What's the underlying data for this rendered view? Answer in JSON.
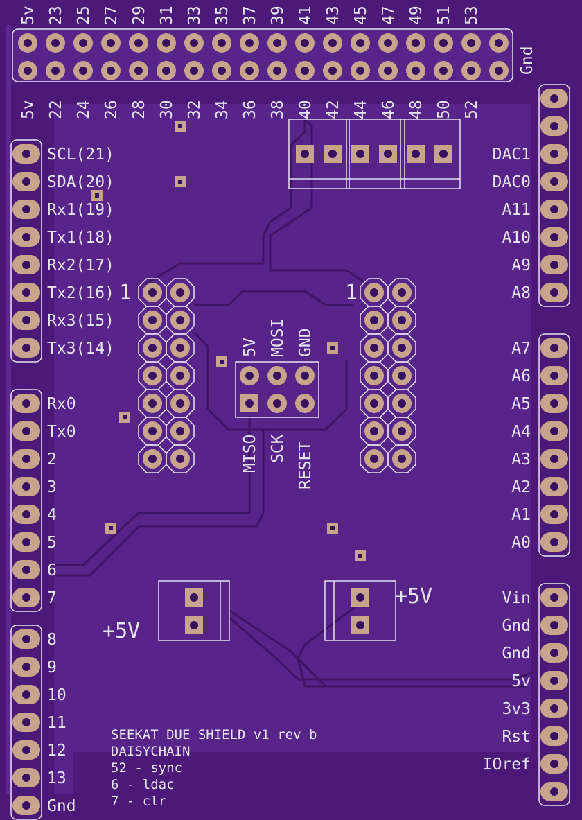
{
  "board": {
    "colors": {
      "board": "#4b1a78",
      "ground_fill": "#57248a",
      "pad": "#c9a48c",
      "silkscreen": "#e8e2f0"
    }
  },
  "top_header": {
    "top_labels": [
      "5v",
      "23",
      "25",
      "27",
      "29",
      "31",
      "33",
      "35",
      "37",
      "39",
      "41",
      "43",
      "45",
      "47",
      "49",
      "51",
      "53"
    ],
    "bottom_labels": [
      "5v",
      "22",
      "24",
      "26",
      "28",
      "30",
      "32",
      "34",
      "36",
      "38",
      "40",
      "42",
      "44",
      "46",
      "48",
      "50",
      "52"
    ],
    "gnd_label": "Gnd"
  },
  "left_header": {
    "group1": [
      "SCL(21)",
      "SDA(20)",
      "Rx1(19)",
      "Tx1(18)",
      "Rx2(17)",
      "Tx2(16)",
      "Rx3(15)",
      "Tx3(14)"
    ],
    "group2": [
      "Rx0",
      "Tx0",
      "2",
      "3",
      "4",
      "5",
      "6",
      "7"
    ],
    "group3": [
      "8",
      "9",
      "10",
      "11",
      "12",
      "13",
      "Gnd"
    ]
  },
  "right_header": {
    "group1": [
      "DAC1",
      "DAC0",
      "A11",
      "A10",
      "A9",
      "A8"
    ],
    "group2": [
      "A7",
      "A6",
      "A5",
      "A4",
      "A3",
      "A2",
      "A1",
      "A0"
    ],
    "group3": [
      "Vin",
      "Gnd",
      "Gnd",
      "5v",
      "3v3",
      "Rst",
      "IOref"
    ]
  },
  "connectors": {
    "left_pin1": "1",
    "right_pin1": "1",
    "icsp_top": [
      "5V",
      "MOSI",
      "GND"
    ],
    "icsp_bottom": [
      "MISO",
      "SCK",
      "RESET"
    ],
    "power_left": "+5V",
    "power_right": "+5V"
  },
  "notes": [
    "SEEKAT DUE SHIELD v1 rev b",
    "DAISYCHAIN",
    "52 - sync",
    "6 - ldac",
    "7 - clr"
  ]
}
